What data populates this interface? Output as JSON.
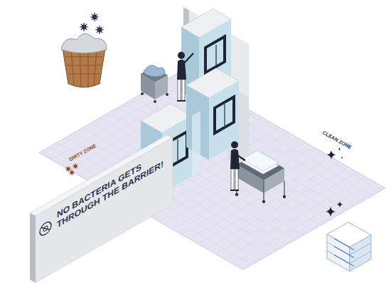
{
  "diagram": {
    "labels": [
      "NO BACTERIA GETS THROUGH THE BARRIER!",
      "DIRTY ZONE",
      "CLEAN ZONE"
    ]
  }
}
